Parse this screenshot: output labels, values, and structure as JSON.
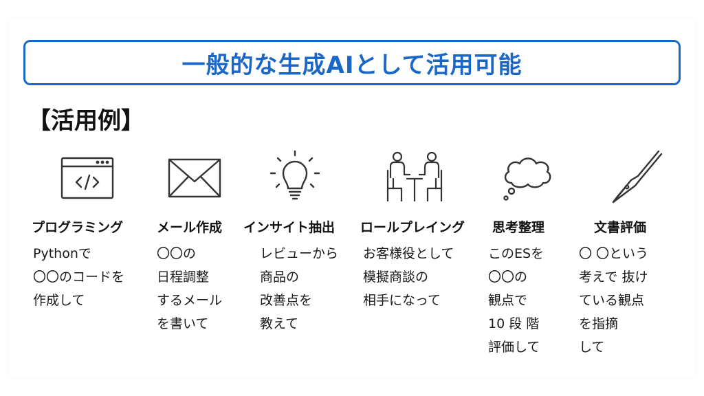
{
  "title": "一般的な生成AIとして活用可能",
  "section_heading": "【活用例】",
  "colors": {
    "accent": "#1a67c7",
    "icon_stroke": "#333333"
  },
  "items": [
    {
      "icon": "code-window-icon",
      "label": "プログラミング",
      "lines": [
        "Pythonで",
        "〇〇のコードを",
        "作成して"
      ]
    },
    {
      "icon": "envelope-icon",
      "label": "メール作成",
      "lines": [
        "〇〇の",
        "日程調整",
        "するメール",
        "を書いて"
      ]
    },
    {
      "icon": "lightbulb-icon",
      "label": "インサイト抽出",
      "lines": [
        "レビューから",
        "商品の",
        "改善点を",
        "教えて"
      ]
    },
    {
      "icon": "two-people-table-icon",
      "label": "ロールプレイング",
      "lines": [
        "お客様役として",
        "模擬商談の",
        "相手になって"
      ]
    },
    {
      "icon": "thought-cloud-icon",
      "label": "思考整理",
      "lines": [
        "このESを",
        "〇〇の",
        "観点で",
        "10 段 階",
        "評価して"
      ]
    },
    {
      "icon": "fountain-pen-icon",
      "label": "文書評価",
      "lines": [
        "〇 〇という",
        "考えで 抜け",
        "ている観点",
        "を指摘",
        "して"
      ]
    }
  ]
}
